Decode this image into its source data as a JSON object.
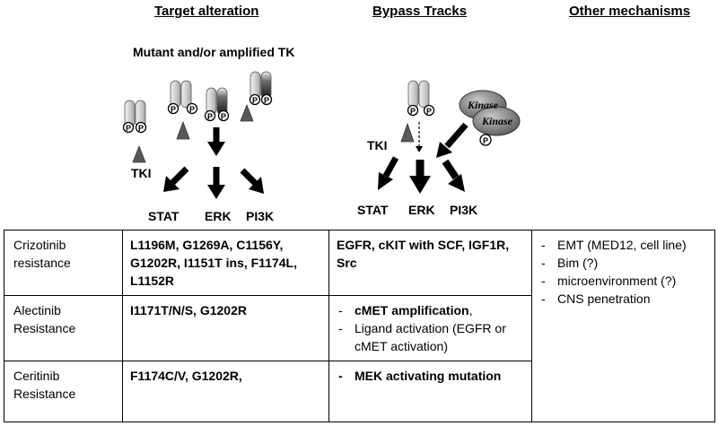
{
  "headers": {
    "target": "Target alteration",
    "bypass": "Bypass Tracks",
    "other": "Other mechanisms"
  },
  "diagram": {
    "subtitle": "Mutant and/or amplified TK",
    "left": {
      "tki": "TKI",
      "stat": "STAT",
      "erk": "ERK",
      "pi3k": "PI3K",
      "p": "P"
    },
    "right": {
      "tki": "TKI",
      "stat": "STAT",
      "erk": "ERK",
      "pi3k": "PI3K",
      "kinase1": "Kinase",
      "kinase2": "Kinase",
      "p": "P"
    }
  },
  "table": {
    "rows": [
      {
        "drug_l1": "Crizotinib",
        "drug_l2": "resistance",
        "mutations": "L1196M, G1269A, C1156Y, G1202R,  I1151T ins, F1174L, L1152R",
        "bypass_text": "EGFR, cKIT with SCF,  IGF1R, Src"
      },
      {
        "drug_l1": "Alectinib",
        "drug_l2": "Resistance",
        "mutations": "I1171T/N/S, G1202R",
        "bypass_item1": "cMET amplification",
        "bypass_item1_suffix": ",",
        "bypass_item2": "Ligand activation (EGFR or cMET activation)"
      },
      {
        "drug_l1": "Ceritinib",
        "drug_l2": "Resistance",
        "mutations": "F1174C/V, G1202R,",
        "bypass_item1": "MEK activating mutation"
      }
    ],
    "other": [
      "EMT (MED12, cell line)",
      "Bim (?)",
      "microenvironment (?)",
      "CNS penetration"
    ]
  },
  "colors": {
    "receptor_fill": "#d9d9d9",
    "receptor_dark": "#3a3a3a",
    "kinase_fill": "#8c8c8c",
    "tki_fill": "#595959"
  }
}
